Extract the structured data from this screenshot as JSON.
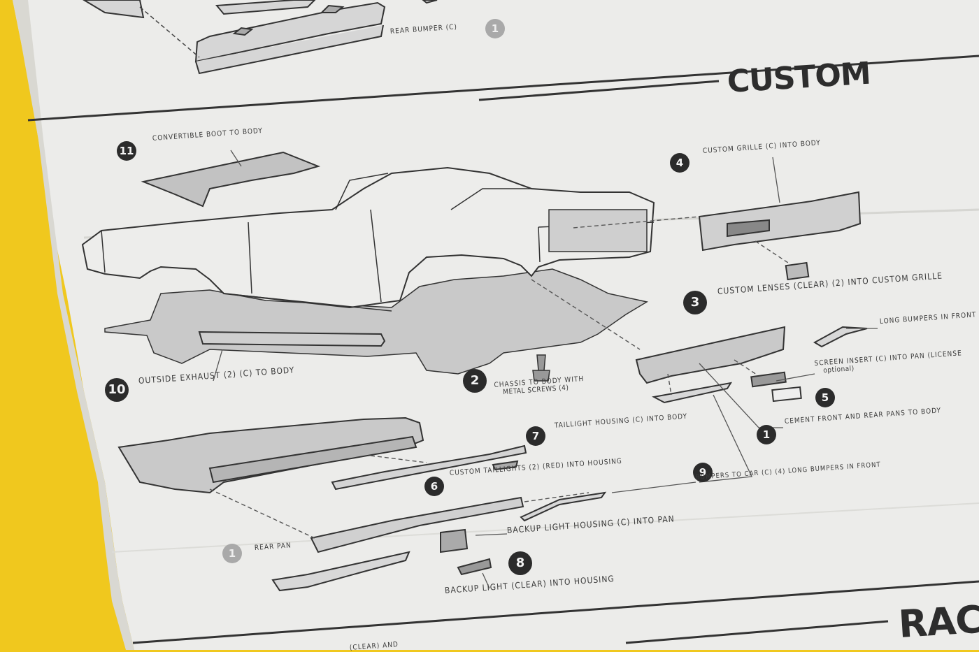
{
  "sections": {
    "custom_heading": "CUSTOM",
    "racing_heading": "RAC"
  },
  "steps": [
    {
      "id": "rear-bumper",
      "num": "1",
      "label": "REAR BUMPER (c)",
      "style": "gray"
    },
    {
      "id": "boot",
      "num": "11",
      "label": "CONVERTIBLE BOOT TO BODY"
    },
    {
      "id": "grille",
      "num": "4",
      "label": "CUSTOM GRILLE (c) INTO BODY"
    },
    {
      "id": "lenses",
      "num": "3",
      "label": "CUSTOM LENSES (clear) (2) INTO CUSTOM GRILLE"
    },
    {
      "id": "long-bumpers",
      "label": "LONG BUMPERS IN FRONT"
    },
    {
      "id": "screen-insert",
      "num": "5",
      "label": "SCREEN INSERT (c) INTO PAN (license",
      "sub": "optional)"
    },
    {
      "id": "cement-pans",
      "num": "1",
      "label": "CEMENT FRONT AND REAR PANS TO BODY"
    },
    {
      "id": "chassis",
      "num": "2",
      "label": "CHASSIS TO BODY WITH",
      "sub": "METAL SCREWS (4)"
    },
    {
      "id": "exhaust",
      "num": "10",
      "label": "OUTSIDE EXHAUST (2) (c) TO BODY"
    },
    {
      "id": "taillight-housing",
      "num": "7",
      "label": "TAILLIGHT HOUSING (c) INTO BODY"
    },
    {
      "id": "custom-taillights",
      "num": "6",
      "label": "CUSTOM TAILLIGHTS (2) (red) INTO HOUSING"
    },
    {
      "id": "bumpers-to-car",
      "num": "9",
      "label": "BUMPERS TO CAR (c) (4) LONG BUMPERS IN FRONT"
    },
    {
      "id": "backup-housing",
      "label": "BACKUP LIGHT HOUSING (c) INTO PAN"
    },
    {
      "id": "rear-pan",
      "num": "1",
      "label": "REAR PAN",
      "style": "gray"
    },
    {
      "id": "backup-light",
      "num": "8",
      "label": "BACKUP LIGHT (clear) INTO HOUSING"
    },
    {
      "id": "bottom-cut",
      "label": "(clear) AND"
    }
  ],
  "colors": {
    "background": "#f0c81e",
    "paper": "#ececea",
    "ink": "#2b2b2b",
    "part_fill": "#c9c9c9"
  }
}
